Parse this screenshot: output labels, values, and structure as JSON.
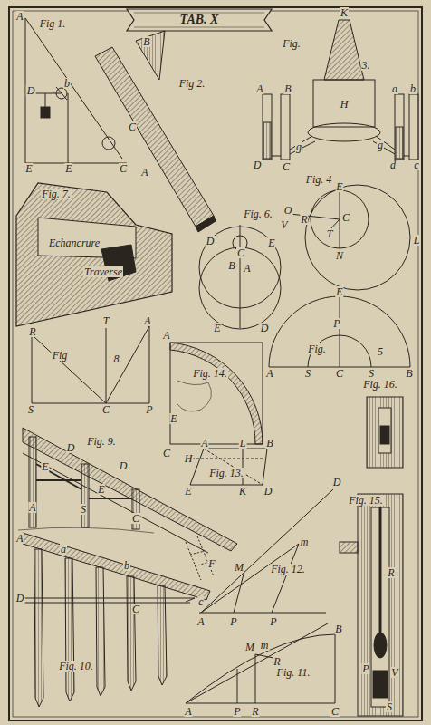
{
  "diagram": {
    "title": "TAB. X",
    "labels": [
      "Fig 1.",
      "A",
      "b",
      "D",
      "E",
      "E",
      "C",
      "Fig 2.",
      "B",
      "C",
      "A",
      "Fig.",
      "3.",
      "K",
      "H",
      "A",
      "B",
      "a",
      "b",
      "D",
      "C",
      "d",
      "c",
      "g",
      "g",
      "Fig. 7.",
      "Echancrure",
      "Traverse",
      "Fig. 4",
      "E",
      "O",
      "V",
      "R",
      "C",
      "T",
      "N",
      "L",
      "Fig. 6.",
      "D",
      "E",
      "C",
      "B",
      "A",
      "E",
      "D",
      "Fig.",
      "5",
      "E",
      "P",
      "A",
      "S",
      "C",
      "S",
      "B",
      "Fig",
      "8.",
      "R",
      "T",
      "A",
      "S",
      "C",
      "P",
      "A",
      "Fig. 14.",
      "E",
      "C",
      "Fig. 16.",
      "A",
      "L",
      "B",
      "H",
      "Fig. 13.",
      "E",
      "K",
      "D",
      "Fig. 9.",
      "D",
      "E",
      "D",
      "E",
      "A",
      "S",
      "C",
      "F",
      "D",
      "m",
      "M",
      "Fig. 12.",
      "A",
      "P",
      "P",
      "A",
      "a",
      "b",
      "D",
      "C",
      "c",
      "Fig. 10.",
      "Fig. 15.",
      "R",
      "P",
      "V",
      "S",
      "B",
      "M",
      "m",
      "R",
      "Fig. 11.",
      "A",
      "P",
      "R",
      "C"
    ]
  }
}
